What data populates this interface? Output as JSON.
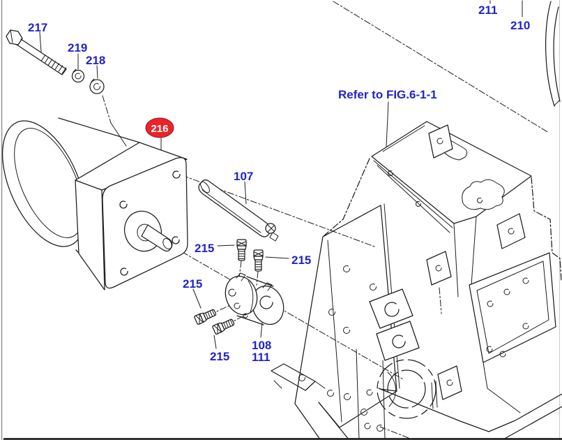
{
  "figure": {
    "type": "exploded-parts-diagram",
    "reference_note": "Refer to FIG.6-1-1",
    "callouts": [
      {
        "part": "217",
        "highlighted": false,
        "position": "top-left-bolt"
      },
      {
        "part": "219",
        "highlighted": false,
        "position": "washer-small"
      },
      {
        "part": "218",
        "highlighted": false,
        "position": "washer-large"
      },
      {
        "part": "216",
        "highlighted": true,
        "position": "motor"
      },
      {
        "part": "107",
        "highlighted": false,
        "position": "shaft-rod"
      },
      {
        "part": "215",
        "highlighted": false,
        "position": "screw-upper-left"
      },
      {
        "part": "215",
        "highlighted": false,
        "position": "screw-upper-right"
      },
      {
        "part": "215",
        "highlighted": false,
        "position": "screw-lower-left"
      },
      {
        "part": "215",
        "highlighted": false,
        "position": "screw-bottom"
      },
      {
        "part": "108",
        "highlighted": false,
        "position": "coupling"
      },
      {
        "part": "111",
        "highlighted": false,
        "position": "coupling"
      },
      {
        "part": "211",
        "highlighted": false,
        "position": "top-right"
      },
      {
        "part": "210",
        "highlighted": false,
        "position": "top-right"
      }
    ],
    "colors": {
      "callout_blue": "#2222cc",
      "highlight_red": "#e8252a",
      "highlight_red_border": "#a31016",
      "highlight_text": "#ffffff",
      "line": "#1c1c1c",
      "border_left_gray": "#9a9a9a",
      "border_right_gray": "#cccccc",
      "border_bottom_black": "#111111",
      "background": "#ffffff"
    }
  }
}
